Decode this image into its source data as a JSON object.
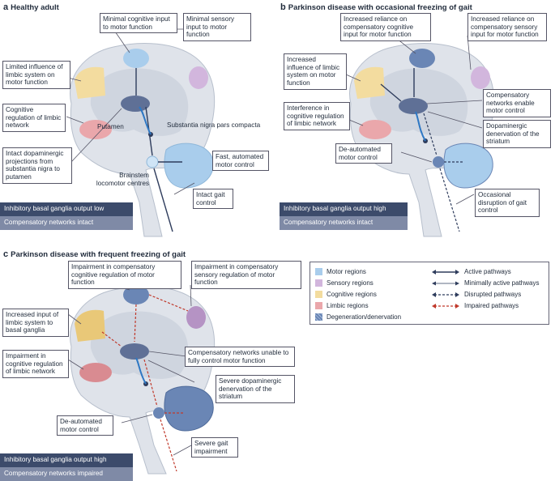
{
  "panels": {
    "a": {
      "letter": "a",
      "title": "Healthy adult"
    },
    "b": {
      "letter": "b",
      "title": "Parkinson disease with occasional freezing of gait"
    },
    "c": {
      "letter": "c",
      "title": "Parkinson disease with frequent freezing of gait"
    }
  },
  "a_labels": {
    "cognitive_input": "Minimal cognitive input to motor function",
    "sensory_input": "Minimal sensory input to motor function",
    "limbic_influence": "Limited influence of limbic system on motor function",
    "cognitive_regulation": "Cognitive regulation of limbic network",
    "putamen": "Putamen",
    "substantia": "Substantia nigra pars compacta",
    "dopaminergic": "Intact dopaminergic projections from substantia nigra to putamen",
    "fast_motor": "Fast, automated motor control",
    "brainstem": "Brainstem locomotor centres",
    "gait": "Intact gait control",
    "status_1": "Inhibitory basal ganglia output low",
    "status_2": "Compensatory networks intact"
  },
  "b_labels": {
    "cognitive_reliance": "Increased reliance on compensatory cognitive input for motor function",
    "sensory_reliance": "Increased reliance on compensatory sensory input for motor function",
    "limbic_influence": "Increased influence of limbic system on motor function",
    "compensatory": "Compensatory networks enable motor control",
    "interference": "Interference in cognitive regulation of limbic network",
    "denervation": "Dopaminergic denervation of the striatum",
    "deautomated": "De-automated motor control",
    "disruption": "Occasional disruption of gait control",
    "status_1": "Inhibitory basal ganglia output high",
    "status_2": "Compensatory networks intact"
  },
  "c_labels": {
    "cognitive_impair": "Impairment in compensatory cognitive regulation of motor function",
    "sensory_impair": "Impairment in compensatory sensory regulation of motor function",
    "limbic_input": "Increased input of limbic system to basal ganglia",
    "compensatory_unable": "Compensatory networks unable to fully control motor function",
    "cognitive_regulation_impair": "Impairment in cognitive regulation of limbic network",
    "severe_denervation": "Severe dopaminergic denervation of the striatum",
    "deautomated": "De-automated motor control",
    "severe_gait": "Severe gait impairment",
    "status_1": "Inhibitory basal ganglia output high",
    "status_2": "Compensatory networks impaired"
  },
  "legend": {
    "regions": [
      {
        "label": "Motor regions",
        "color": "#a9cdec"
      },
      {
        "label": "Sensory regions",
        "color": "#d2b6dd"
      },
      {
        "label": "Cognitive regions",
        "color": "#f3dc9f"
      },
      {
        "label": "Limbic regions",
        "color": "#eaa7ab"
      },
      {
        "label": "Degeneration/denervation",
        "color": "#6a86b5"
      }
    ],
    "pathways": [
      {
        "label": "Active pathways"
      },
      {
        "label": "Minimally active pathways"
      },
      {
        "label": "Disrupted pathways"
      },
      {
        "label": "Impaired pathways"
      }
    ]
  },
  "colors": {
    "brain_outer": "#dfe3ea",
    "brain_inner": "#c9cfd9",
    "motor": "#a9cdec",
    "sensory": "#d2b6dd",
    "cognitive": "#f3dc9f",
    "limbic": "#eaa7ab",
    "basal": "#5f7096",
    "dark_arrow": "#2e3c5c",
    "red_arrow": "#c0392b",
    "status_dark": "#3c4b6b",
    "status_light": "#7f8aa6"
  }
}
